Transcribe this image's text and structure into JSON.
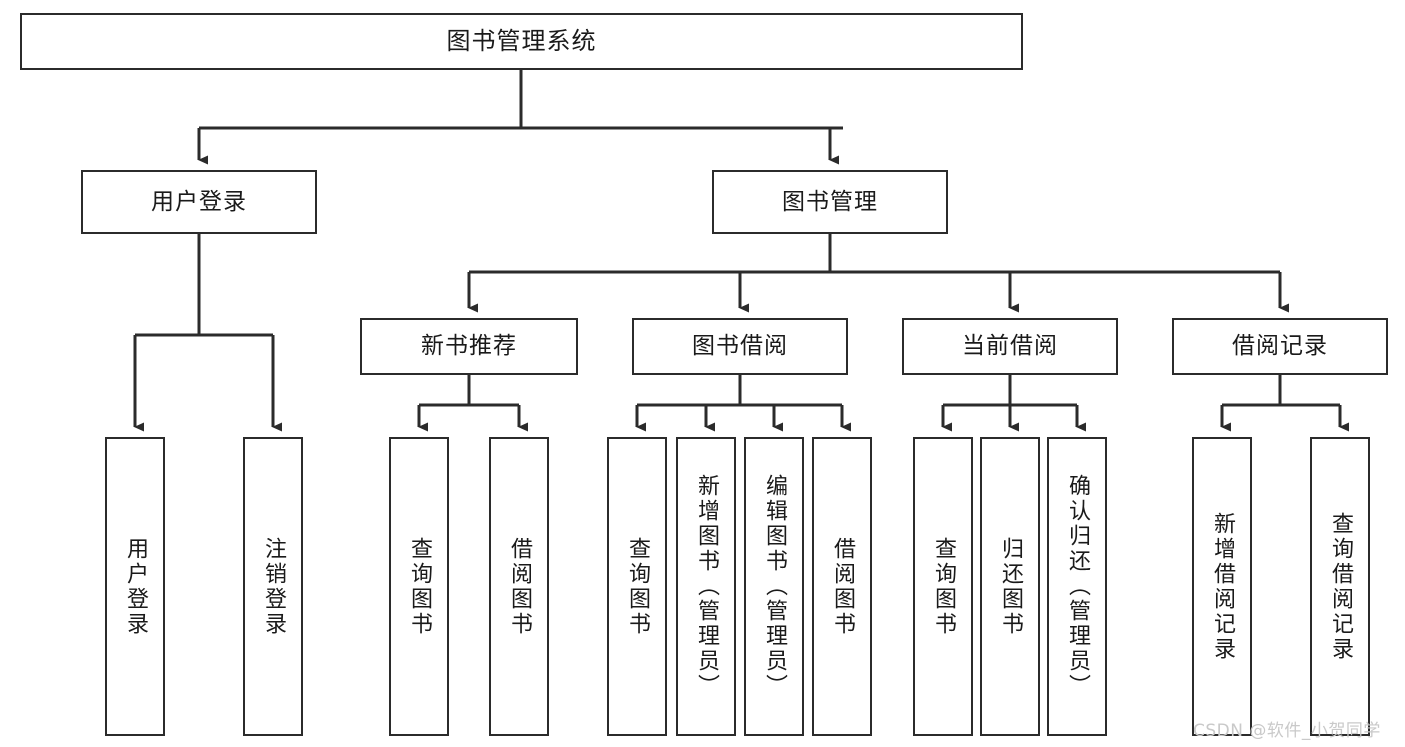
{
  "diagram": {
    "type": "hierarchy-tree",
    "title": "图书管理系统",
    "orientation": "top-down",
    "stroke_color": "#2b2b2b",
    "background_color": "#ffffff",
    "levels": 4
  },
  "nodes": {
    "root": {
      "label": "图书管理系统"
    },
    "level2": [
      {
        "id": "user-login",
        "label": "用户登录"
      },
      {
        "id": "book-management",
        "label": "图书管理"
      }
    ],
    "level3": [
      {
        "id": "new-book-recommend",
        "label": "新书推荐"
      },
      {
        "id": "book-borrow",
        "label": "图书借阅"
      },
      {
        "id": "current-borrow",
        "label": "当前借阅"
      },
      {
        "id": "borrow-record",
        "label": "借阅记录"
      }
    ],
    "leaves": {
      "user-login": [
        {
          "id": "leaf-user-login",
          "label": "用户登录"
        },
        {
          "id": "leaf-logout-login",
          "label": "注销登录"
        }
      ],
      "new-book-recommend": [
        {
          "id": "leaf-query-book-1",
          "label": "查询图书"
        },
        {
          "id": "leaf-borrow-book-1",
          "label": "借阅图书"
        }
      ],
      "book-borrow": [
        {
          "id": "leaf-query-book-2",
          "label": "查询图书"
        },
        {
          "id": "leaf-add-book-admin",
          "label": "新增图书（管理员）"
        },
        {
          "id": "leaf-edit-book-admin",
          "label": "编辑图书（管理员）"
        },
        {
          "id": "leaf-borrow-book-2",
          "label": "借阅图书"
        }
      ],
      "current-borrow": [
        {
          "id": "leaf-query-book-3",
          "label": "查询图书"
        },
        {
          "id": "leaf-return-book",
          "label": "归还图书"
        },
        {
          "id": "leaf-confirm-return-admin",
          "label": "确认归还（管理员）"
        }
      ],
      "borrow-record": [
        {
          "id": "leaf-add-borrow-record",
          "label": "新增借阅记录"
        },
        {
          "id": "leaf-query-borrow-record",
          "label": "查询借阅记录"
        }
      ]
    }
  },
  "watermark": {
    "text": "CSDN @软件_小贺同学"
  }
}
